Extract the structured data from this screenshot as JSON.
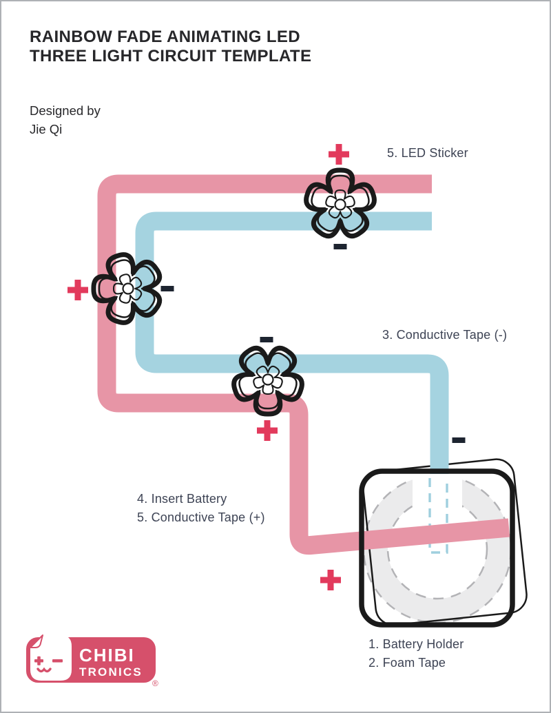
{
  "header": {
    "title_line1": "RAINBOW FADE ANIMATING LED",
    "title_line2": "THREE LIGHT CIRCUIT TEMPLATE",
    "designer_line1": "Designed by",
    "designer_line2": "Jie Qi"
  },
  "labels": {
    "led_sticker": "5. LED Sticker",
    "conductive_tape_negative": "3. Conductive Tape (-)",
    "insert_battery": "4. Insert Battery",
    "conductive_tape_positive": "5. Conductive Tape (+)",
    "battery_holder": "1. Battery Holder",
    "foam_tape": "2. Foam Tape"
  },
  "polarity_symbols": {
    "plus": "+",
    "minus": "-"
  },
  "logo": {
    "brand_line1": "CHIBI",
    "brand_line2": "TRONICS",
    "registered_mark": "®"
  },
  "colors": {
    "tape_pink": "#e795a6",
    "tape_blue": "#a5d3e0",
    "tape_blue_dash": "#9fcfde",
    "plus_red": "#e23a5c",
    "minus_dark": "#1d2430",
    "outline_black": "#1a1a1a",
    "label_text": "#3d4354",
    "title_text": "#27272a",
    "brand_red": "#d6506b",
    "battery_gray": "#ebebec",
    "battery_dash_gray": "#b3b3b6"
  }
}
